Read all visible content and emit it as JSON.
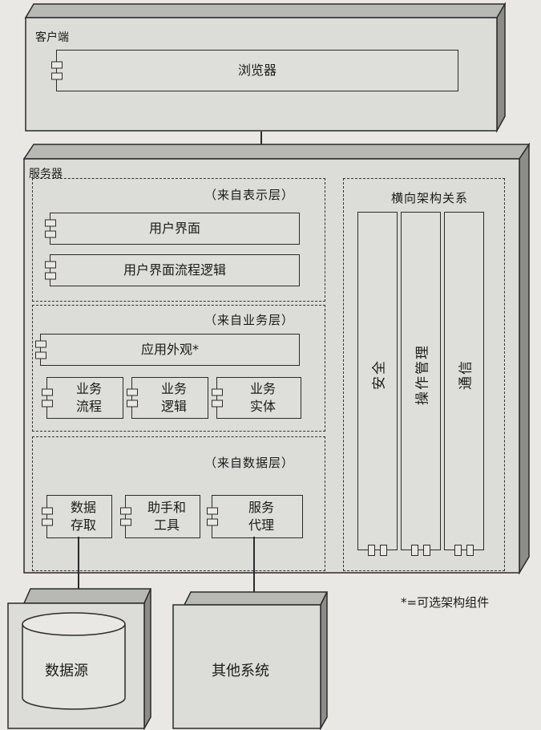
{
  "client": {
    "title": "客户端",
    "browser": "浏览器"
  },
  "server": {
    "title": "服务器",
    "presentation": {
      "title": "（来自表示层）",
      "ui": "用户界面",
      "ui_flow": "用户界面流程逻辑"
    },
    "business": {
      "title": "（来自业务层）",
      "facade": "应用外观*",
      "workflow": "业务\n流程",
      "logic": "业务\n逻辑",
      "entity": "业务\n实体"
    },
    "data": {
      "title": "（来自数据层）",
      "access": "数据\n存取",
      "helpers": "助手和\n工具",
      "agent": "服务\n代理"
    },
    "crosscutting": {
      "title": "横向架构关系",
      "security": "安全",
      "ops": "操作管理",
      "comms": "通信"
    }
  },
  "datasource": "数据源",
  "external": "其他系统",
  "note": "*=可选架构组件"
}
